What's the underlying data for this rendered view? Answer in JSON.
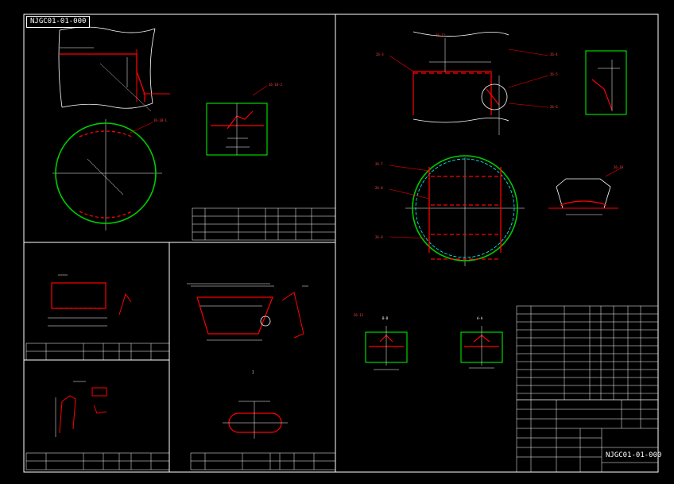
{
  "sheet": {
    "code_label": "NJGC01-01-000",
    "drawing_number": "NJGC01-01-000"
  },
  "colors": {
    "background": "#000000",
    "frame": "#ffffff",
    "part_outline": "#ff0000",
    "circle_outline": "#00cc00",
    "inner_outline": "#00ffff",
    "detail_box": "#00ff00",
    "leader": "#ff0000"
  },
  "balloons": {
    "top_left": "16-18-1",
    "top_mid": "16-18-2",
    "right_1": "26-3",
    "right_2": "26-4",
    "right_3": "26-5",
    "right_4": "26-6",
    "right_5": "26-7",
    "right_6": "26-8",
    "right_7": "26-9",
    "right_8": "26-10",
    "right_9": "26-11",
    "right_10": "26-12",
    "detail_1": "I",
    "detail_2": "A-A",
    "detail_3": "B-B"
  }
}
